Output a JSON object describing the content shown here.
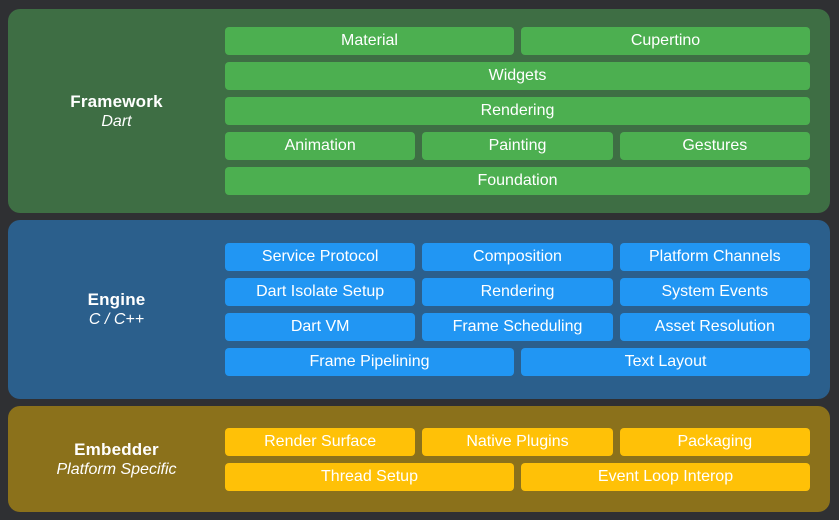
{
  "background_color": "#2F3033",
  "text_color": "#FFFFFF",
  "layers": [
    {
      "id": "framework",
      "title": "Framework",
      "subtitle": "Dart",
      "panel_color": "#3E6E44",
      "chip_color": "#4CAF50",
      "rows": [
        [
          "Material",
          "Cupertino"
        ],
        [
          "Widgets"
        ],
        [
          "Rendering"
        ],
        [
          "Animation",
          "Painting",
          "Gestures"
        ],
        [
          "Foundation"
        ]
      ]
    },
    {
      "id": "engine",
      "title": "Engine",
      "subtitle": "C / C++",
      "panel_color": "#2B5F8C",
      "chip_color": "#2196F3",
      "rows": [
        [
          "Service Protocol",
          "Composition",
          "Platform Channels"
        ],
        [
          "Dart Isolate Setup",
          "Rendering",
          "System Events"
        ],
        [
          "Dart VM",
          "Frame Scheduling",
          "Asset Resolution"
        ],
        [
          "Frame Pipelining",
          "Text Layout"
        ]
      ]
    },
    {
      "id": "embedder",
      "title": "Embedder",
      "subtitle": "Platform Specific",
      "panel_color": "#8B711B",
      "chip_color": "#FFC107",
      "rows": [
        [
          "Render Surface",
          "Native Plugins",
          "Packaging"
        ],
        [
          "Thread Setup",
          "Event Loop Interop"
        ]
      ]
    }
  ]
}
